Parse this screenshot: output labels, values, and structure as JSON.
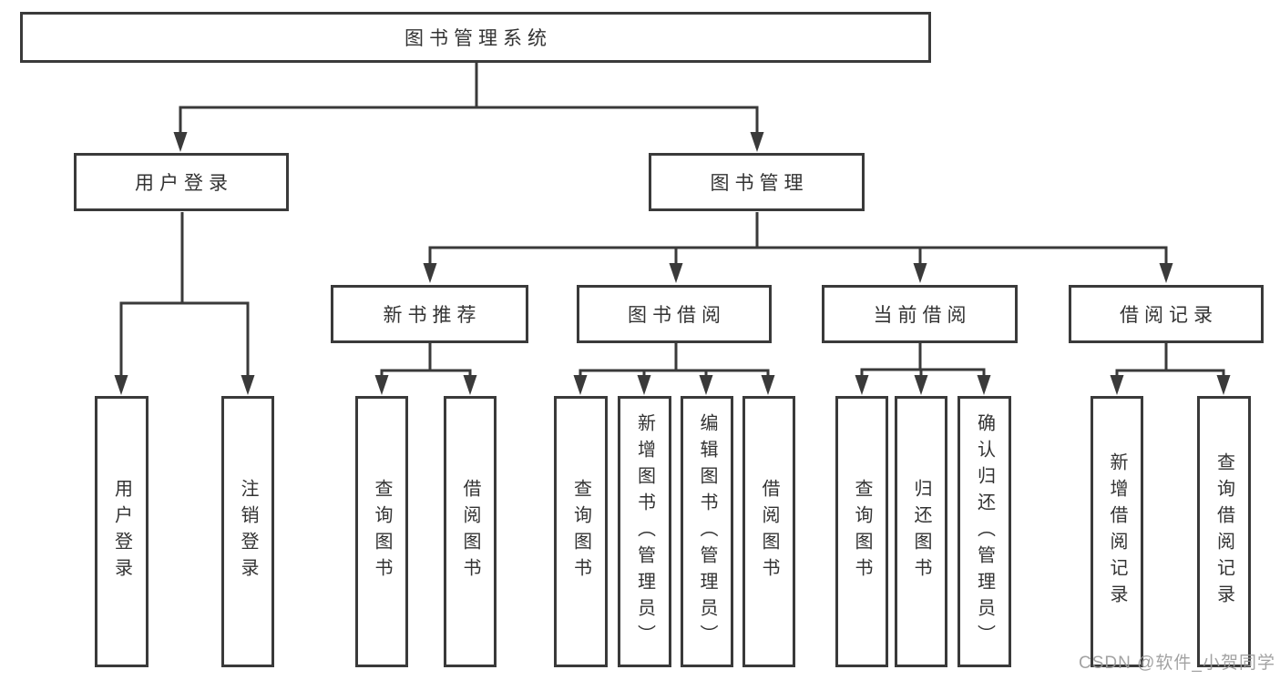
{
  "diagram": {
    "title": "图书管理系统",
    "watermark": "CSDN @软件_小贺同学",
    "colors": {
      "line": "#3a3a3a",
      "text": "#333333",
      "background": "#ffffff",
      "watermark": "#9b9b9b"
    },
    "tree": {
      "root": {
        "label": "图书管理系统"
      },
      "branches": [
        {
          "label": "用户登录",
          "children": [
            {
              "label": "用户登录"
            },
            {
              "label": "注销登录"
            }
          ]
        },
        {
          "label": "图书管理",
          "children": [
            {
              "label": "新书推荐",
              "children": [
                {
                  "label": "查询图书"
                },
                {
                  "label": "借阅图书"
                }
              ]
            },
            {
              "label": "图书借阅",
              "children": [
                {
                  "label": "查询图书"
                },
                {
                  "label": "新增图书（管理员）"
                },
                {
                  "label": "编辑图书（管理员）"
                },
                {
                  "label": "借阅图书"
                }
              ]
            },
            {
              "label": "当前借阅",
              "children": [
                {
                  "label": "查询图书"
                },
                {
                  "label": "归还图书"
                },
                {
                  "label": "确认归还（管理员）"
                }
              ]
            },
            {
              "label": "借阅记录",
              "children": [
                {
                  "label": "新增借阅记录"
                },
                {
                  "label": "查询借阅记录"
                }
              ]
            }
          ]
        }
      ]
    }
  }
}
